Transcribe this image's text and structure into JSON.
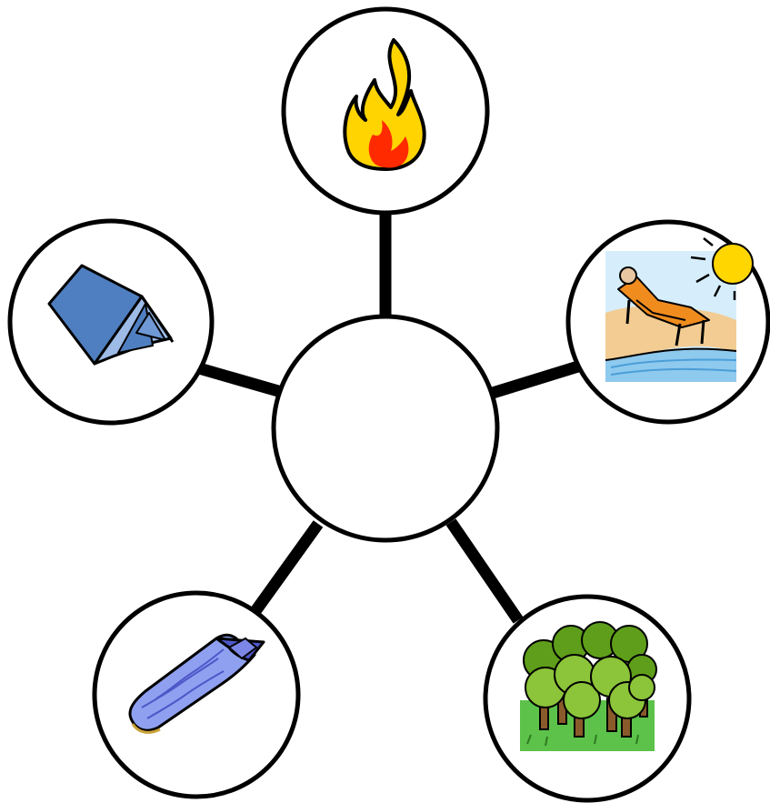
{
  "diagram": {
    "type": "spider-map",
    "center": {
      "label": ""
    },
    "nodes": [
      {
        "id": "fire",
        "icon": "fire-icon"
      },
      {
        "id": "beach",
        "icon": "beach-sunbather-icon"
      },
      {
        "id": "forest",
        "icon": "forest-trees-icon"
      },
      {
        "id": "sleeping-bag",
        "icon": "sleeping-bag-icon"
      },
      {
        "id": "tent",
        "icon": "tent-icon"
      }
    ]
  },
  "colors": {
    "outline": "#000000",
    "background": "#ffffff",
    "fire_outer": "#ffd400",
    "fire_inner": "#ff2a00",
    "tent_main": "#4f7fc0",
    "tent_light": "#9dbbe6",
    "sky": "#d6eefc",
    "sun": "#ffd600",
    "sand": "#f2cc93",
    "water": "#8ec9ee",
    "chair": "#f08c1e",
    "sleeping_bag": "#8fa0f0",
    "sleeping_bag_dark": "#4e57c8",
    "grass": "#5cc24a",
    "foliage": "#5f9e1a",
    "foliage_light": "#8cc43a",
    "trunk": "#8a5a2b"
  }
}
